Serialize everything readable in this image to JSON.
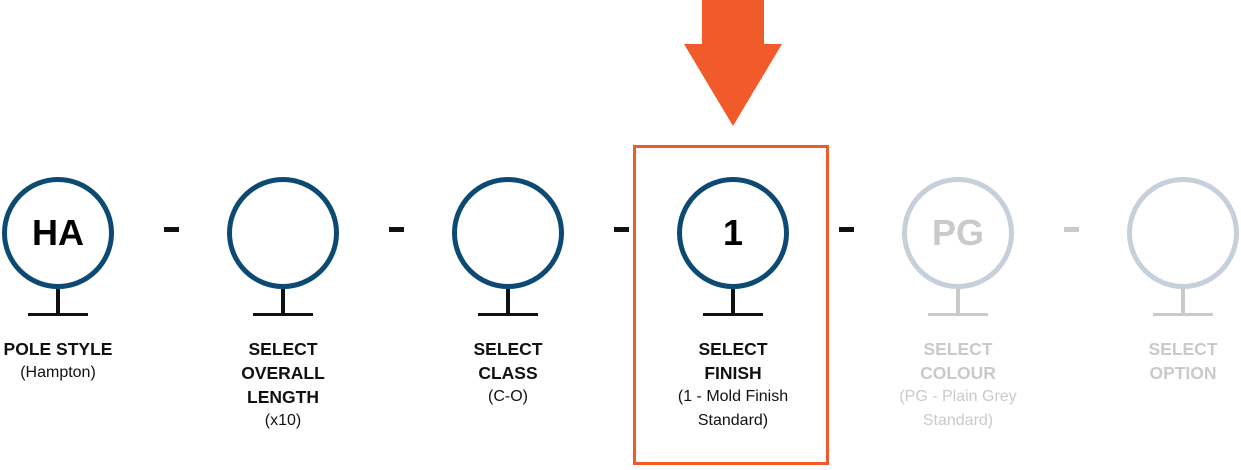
{
  "accent": "#f15a2b",
  "circle_color": "#0d4a73",
  "disabled_color": "#c8cacc",
  "steps": [
    {
      "code": "HA",
      "title_lines": [
        "POLE STYLE"
      ],
      "sub_lines": [
        "(Hampton)"
      ],
      "state": "active"
    },
    {
      "code": "",
      "title_lines": [
        "SELECT",
        "OVERALL",
        "LENGTH"
      ],
      "sub_lines": [
        "(x10)"
      ],
      "state": "active"
    },
    {
      "code": "",
      "title_lines": [
        "SELECT",
        "CLASS"
      ],
      "sub_lines": [
        "(C-O)"
      ],
      "state": "active"
    },
    {
      "code": "1",
      "title_lines": [
        "SELECT",
        "FINISH"
      ],
      "sub_lines": [
        "(1 - Mold Finish",
        "Standard)"
      ],
      "state": "current"
    },
    {
      "code": "PG",
      "title_lines": [
        "SELECT",
        "COLOUR"
      ],
      "sub_lines": [
        "(PG - Plain Grey",
        "Standard)"
      ],
      "state": "disabled"
    },
    {
      "code": "",
      "title_lines": [
        "SELECT",
        "OPTION"
      ],
      "sub_lines": [],
      "state": "disabled"
    }
  ]
}
